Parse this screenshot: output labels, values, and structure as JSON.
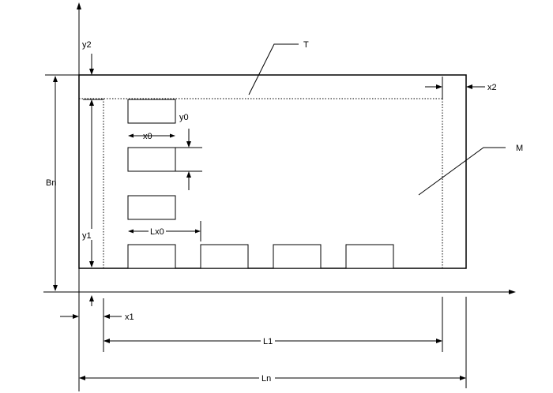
{
  "labels": {
    "T": "T",
    "M": "M",
    "y2": "y2",
    "x2": "x2",
    "y0": "y0",
    "x0": "x0",
    "Bn": "Bn",
    "Lx0": "Lx0",
    "y1": "y1",
    "x1": "x1",
    "L1": "L1",
    "Ln": "Ln"
  }
}
